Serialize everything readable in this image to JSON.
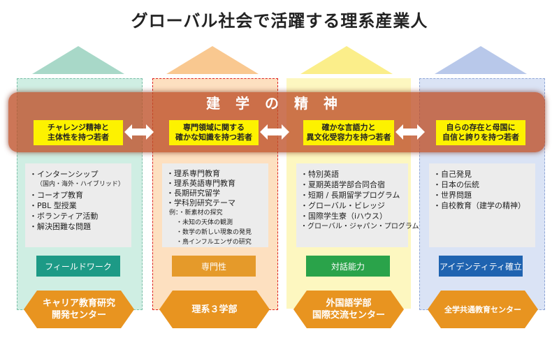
{
  "title": "グローバル社会で活躍する理系産業人",
  "band_title": "建学の精神",
  "columns": [
    {
      "yellow_line1": "チャレンジ精神と",
      "yellow_line2": "主体性を持つ若者",
      "items": [
        "・インターンシップ",
        "（国内・海外・ハイブリッド）",
        "・コーオプ教育",
        "・PBL 型授業",
        "・ボランティア活動",
        "・解決困難な問題"
      ],
      "tag": "フィールドワーク",
      "tag_color": "#1d9a86",
      "dept_line1": "キャリア教育研究",
      "dept_line2": "開発センター",
      "roof_color": "#a8d8c8",
      "col_color": "#cfeee3"
    },
    {
      "yellow_line1": "専門領域に関する",
      "yellow_line2": "確かな知識を持つ若者",
      "items": [
        "・理系専門教育",
        "・理系英語専門教育",
        "・長期研究留学",
        "・学科別研究テーマ",
        "例：・新素材の探究",
        "・未知の天体の観測",
        "・数学の新しい現象の発見",
        "・鳥インフルエンザの研究"
      ],
      "tag": "専門性",
      "tag_color": "#e59a2a",
      "dept_line1": "理系３学部",
      "dept_line2": "",
      "roof_color": "#f9c890",
      "col_color": "#fde0c0"
    },
    {
      "yellow_line1": "確かな言語力と",
      "yellow_line2": "異文化受容力を持つ若者",
      "items": [
        "・特別英語",
        "・夏期英語学部合同合宿",
        "・短期 / 長期留学プログラム",
        "・グローバル・ビレッジ",
        "・国際学生寮（iハウス）",
        "・グローバル・ジャパン・プログラム"
      ],
      "tag": "対話能力",
      "tag_color": "#2aa34a",
      "dept_line1": "外国語学部",
      "dept_line2": "国際交流センター",
      "roof_color": "#fbee8a",
      "col_color": "#fdf7c0"
    },
    {
      "yellow_line1": "自らの存在と母国に",
      "yellow_line2": "自信と誇りを持つ若者",
      "items": [
        "・自己発見",
        "・日本の伝統",
        "・世界問題",
        "・自校教育（建学の精神）"
      ],
      "tag": "アイデンティティ確立",
      "tag_color": "#1f63b0",
      "dept_line1": "全学共通教育センター",
      "dept_line2": "",
      "roof_color": "#b8c8ea",
      "col_color": "#dae3f5"
    }
  ]
}
